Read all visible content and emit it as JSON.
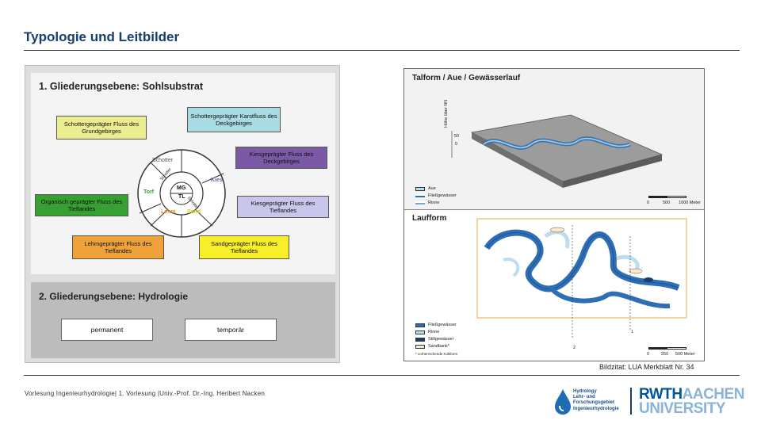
{
  "slide": {
    "title": "Typologie und Leitbilder",
    "caption": "Bildzitat: LUA Merkblatt Nr. 34",
    "footer": "Vorlesung Ingenieurhydrologie| 1. Vorlesung |Univ.-Prof. Dr.-Ing. Heribert Nacken"
  },
  "left_panel": {
    "section1_title": "1. Gliederungsebene: Sohlsubstrat",
    "boxes": {
      "karst": "Schottergeprägter Karstfluss des Deckgebirges",
      "grundgebirge": "Schottergeprägter Fluss des Grundgebirges",
      "kies_deck": "Kiesgeprägter Fluss des Deckgebirges",
      "organisch": "Organisch geprägter Fluss des Tieflandes",
      "kies_tief": "Kiesgeprägter Fluss des Tieflandes",
      "lehm": "Lehmgeprägter Fluss des Tieflandes",
      "sand": "Sandgeprägter Fluss des Tieflandes"
    },
    "wheel": {
      "schotter": "Schotter",
      "kies": "Kies",
      "torf": "Torf",
      "lehm": "Lehm",
      "sand": "Sand",
      "mg": "MG",
      "tl": "TL",
      "inner_left": "Schotter",
      "inner_right": "Schotter"
    },
    "section2_title": "2. Gliederungsebene: Hydrologie",
    "hydro_permanent": "permanent",
    "hydro_temporaer": "temporär"
  },
  "right_panel": {
    "top_title": "Talform / Aue / Gewässerlauf",
    "top_legend": [
      "Aue",
      "Fließgewässer",
      "Rinne"
    ],
    "top_axis": "Höhe über NN",
    "top_axis_50": "50",
    "top_axis_0": "0",
    "top_scale": [
      "0",
      "500",
      "1000 Meter"
    ],
    "bottom_title": "Laufform",
    "bottom_legend": [
      "Fließgewässer",
      "Rinne",
      "Stillgewässer",
      "Sandbank*"
    ],
    "bottom_footnote": "* vorherrschende Kolkform",
    "bottom_scale": [
      "0",
      "250",
      "500 Meter"
    ],
    "section_marks": [
      "1",
      "2"
    ]
  },
  "logos": {
    "hydrology_lines": [
      "Hydrology",
      "Lehr- und",
      "Forschungsgebiet",
      "Ingenieurhydrologie"
    ],
    "rwth_part1": "RWTH",
    "rwth_part2": "AACHEN",
    "rwth_line2": "UNIVERSITY"
  },
  "colors": {
    "title": "#163f6e",
    "schotter_blue": "#a9dbe3",
    "grundgebirge_yellow": "#ecec90",
    "kies_purple": "#7b5aa5",
    "organisch_green": "#37a032",
    "kies_tief_lavender": "#c8c6ea",
    "lehm_orange": "#f0a23a",
    "sand_yellow": "#f6ef2a",
    "river_blue": "#2e6eb4",
    "rwth_blue": "#00539f"
  }
}
